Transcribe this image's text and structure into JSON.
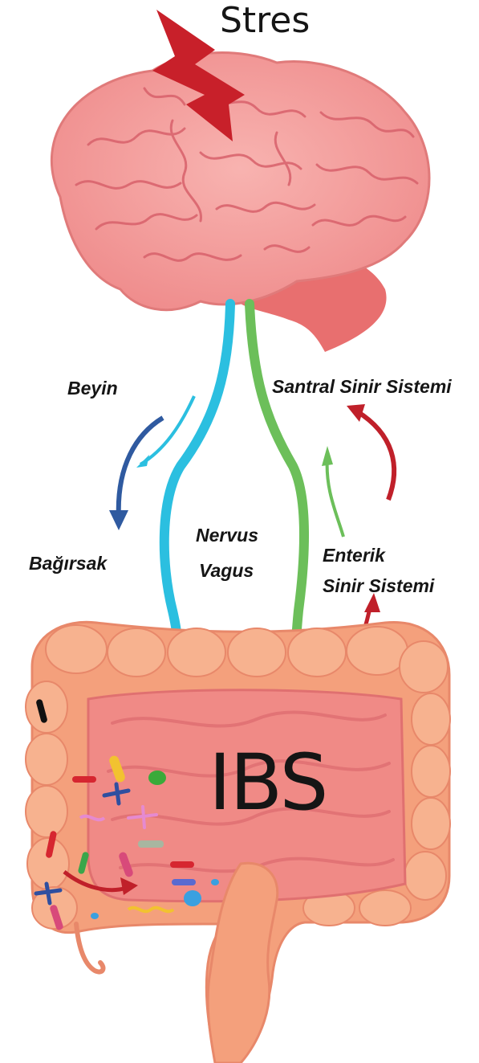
{
  "title": "Stres",
  "labels": {
    "brain_to_gut_top": "Beyin",
    "brain_to_gut_bottom": "Bağırsak",
    "nerve_line1": "Nervus",
    "nerve_line2": "Vagus",
    "cns": "Santral Sinir Sistemi",
    "ens_line1": "Enterik",
    "ens_line2": "Sinir Sistemi",
    "condition": "IBS"
  },
  "colors": {
    "vagus_nerve": "#2bbfe0",
    "cns_nerve": "#6cbf5a",
    "arrow_blue": "#2f5aa0",
    "arrow_red": "#c0202a",
    "lightning": "#c8202a",
    "brain": "#f39a9a",
    "intestine": "#f4a07c"
  },
  "icons": [
    "lightning-bolt-icon",
    "brain-icon",
    "intestine-icon",
    "bacteria-icon"
  ]
}
